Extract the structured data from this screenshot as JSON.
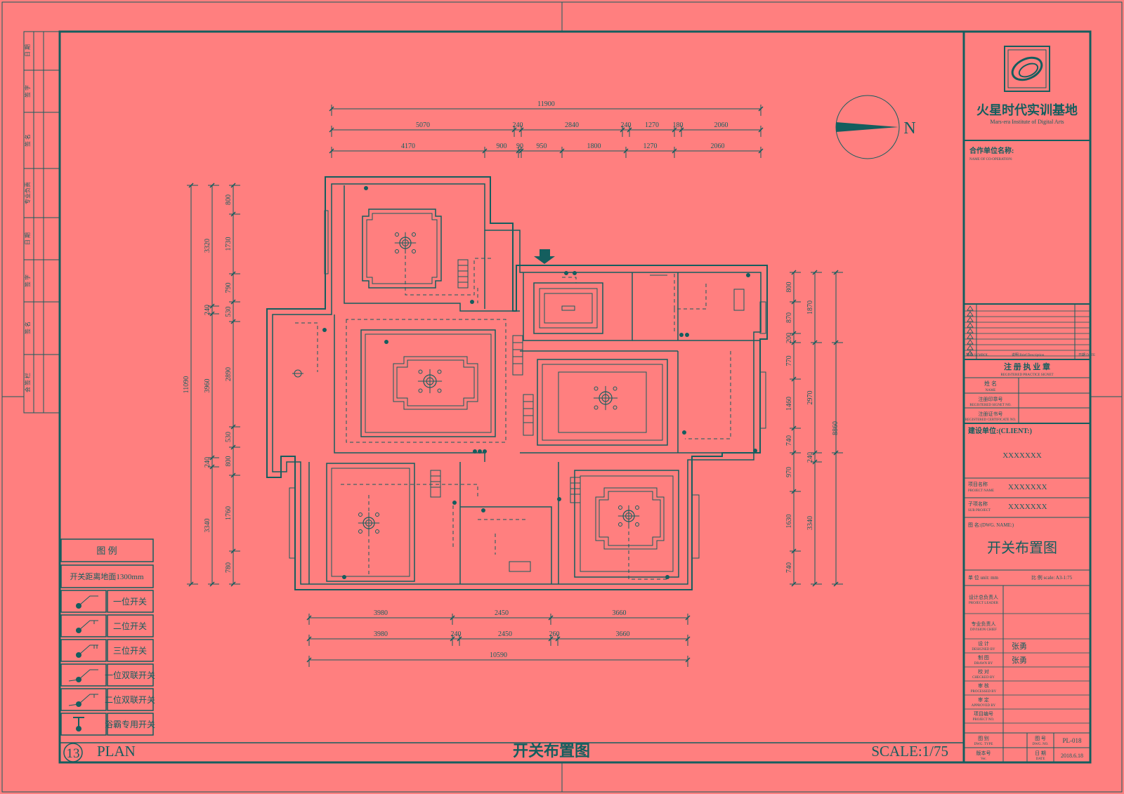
{
  "drawing": {
    "plan_number": "13",
    "plan_label": "PLAN",
    "title": "开关布置图",
    "scale": "SCALE:1/75",
    "north": "N"
  },
  "dimensions": {
    "top_total": "11900",
    "top_row1": [
      "5070",
      "240",
      "2840",
      "240",
      "1270",
      "180",
      "2060"
    ],
    "top_row2": [
      "4170",
      "900",
      "90",
      "950",
      "1800",
      "1270",
      "2060"
    ],
    "left_total": "11090",
    "left_outer": [
      "3320",
      "240",
      "3960",
      "240",
      "3340"
    ],
    "left_inner": [
      "800",
      "1730",
      "790",
      "530",
      "2890",
      "530",
      "800",
      "1760",
      "780"
    ],
    "right_total": "8860",
    "right_outer": [
      "1870",
      "2970",
      "240",
      "3340"
    ],
    "right_inner": [
      "800",
      "870",
      "200",
      "770",
      "1460",
      "740",
      "970",
      "1630",
      "740"
    ],
    "bottom_row1": [
      "3980",
      "2450",
      "3660"
    ],
    "bottom_row2": [
      "3980",
      "240",
      "2450",
      "260",
      "3660"
    ],
    "bottom_total": "10590"
  },
  "legend": {
    "title": "图 例",
    "note": "开关距离地面1300mm",
    "items": [
      "一位开关",
      "二位开关",
      "三位开关",
      "一位双联开关",
      "二位双联开关",
      "浴霸专用开关"
    ]
  },
  "title_block": {
    "company_cn": "火星时代实训基地",
    "company_en": "Mars-era Institute of Digital Arts",
    "partner_label": "合作单位名称:",
    "partner_label_en": "NAME OF CO-OPERATION:",
    "revision_labels": [
      "符号 SYMBOL",
      "说明 Brief Description",
      "日期 DATE"
    ],
    "stamp_label": "注 册 执 业 章",
    "stamp_label_en": "REGISTERED PRACTICE SIGNET",
    "name_label": "姓 名",
    "name_label_en": "NAME",
    "stamp_no_label": "注册印章号",
    "stamp_no_label_en": "REGISTERED SIGNET NO.",
    "cert_no_label": "注册证书号",
    "cert_no_label_en": "REGISTERED CERTIFICATE NO.",
    "client_label": "建设单位:(CLIENT:)",
    "client_value": "XXXXXXX",
    "project_name_label": "项目名称",
    "project_name_label_en": "PROJECT NAME",
    "project_name_value": "XXXXXXX",
    "sub_project_label": "子项名称",
    "sub_project_label_en": "SUB PROJECT",
    "sub_project_value": "XXXXXXX",
    "dwg_name_label": "图 名:(DWG. NAME:)",
    "dwg_name_value": "开关布置图",
    "unit_label": "单 位 unit: mm",
    "scale_label": "比 例 scale: A3-1:75",
    "roles": [
      {
        "label": "设计总负责人",
        "label_en": "PROJECT LEADER",
        "value": ""
      },
      {
        "label": "专业负责人",
        "label_en": "DIVISION CHIEF",
        "value": ""
      },
      {
        "label": "设 计",
        "label_en": "DESIGNED BY",
        "value": "张勇"
      },
      {
        "label": "制 图",
        "label_en": "DRAWN BY",
        "value": "张勇"
      },
      {
        "label": "校 对",
        "label_en": "CHECKED BY",
        "value": ""
      },
      {
        "label": "审 核",
        "label_en": "PROCESSED BY",
        "value": ""
      },
      {
        "label": "审 定",
        "label_en": "APPROVED BY",
        "value": ""
      },
      {
        "label": "项目编号",
        "label_en": "PROJECT NO.",
        "value": ""
      }
    ],
    "dwg_type_label": "图 别",
    "dwg_type_label_en": "DWG. TYPE",
    "dwg_no_label": "图 号",
    "dwg_no_label_en": "DWG. NO.",
    "dwg_no_value": "PL-018",
    "version_label": "版本号",
    "version_label_en": "Ver.",
    "date_label": "日 期",
    "date_label_en": "DATE",
    "date_value": "2018.6.18"
  },
  "left_strip": [
    "日 期",
    "签 字",
    "签 名",
    "专业负责",
    "日 期",
    "签 字",
    "签 名",
    "会 签 栏"
  ]
}
